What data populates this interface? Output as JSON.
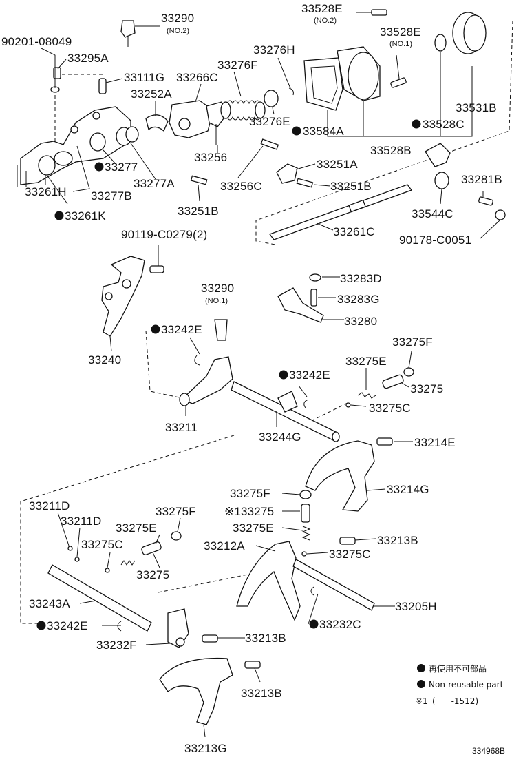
{
  "callouts": {
    "c33290_2": {
      "text": "33290",
      "sub": "(NO.2)"
    },
    "c90201": {
      "text": "90201-08049"
    },
    "c33295A": {
      "text": "33295A"
    },
    "c33528E_2": {
      "text": "33528E",
      "sub": "(NO.2)"
    },
    "c33528E_1": {
      "text": "33528E",
      "sub": "(NO.1)"
    },
    "c33276H": {
      "text": "33276H"
    },
    "c33276F": {
      "text": "33276F"
    },
    "c33111G": {
      "text": "33111G"
    },
    "c33266C": {
      "text": "33266C"
    },
    "c33252A": {
      "text": "33252A"
    },
    "c33276E": {
      "text": "33276E"
    },
    "c33531B": {
      "text": "33531B"
    },
    "c33584A": {
      "text": "33584A",
      "nonreusable": true
    },
    "c33528C": {
      "text": "33528C",
      "nonreusable": true
    },
    "c33528B": {
      "text": "33528B"
    },
    "c33277": {
      "text": "33277",
      "nonreusable": true
    },
    "c33256": {
      "text": "33256"
    },
    "c33251A": {
      "text": "33251A"
    },
    "c33261H": {
      "text": "33261H"
    },
    "c33277A": {
      "text": "33277A"
    },
    "c33277B": {
      "text": "33277B"
    },
    "c33256C": {
      "text": "33256C"
    },
    "c33251B_a": {
      "text": "33251B"
    },
    "c33281B": {
      "text": "33281B"
    },
    "c33251B_b": {
      "text": "33251B"
    },
    "c33544C": {
      "text": "33544C"
    },
    "c33261K": {
      "text": "33261K",
      "nonreusable": true
    },
    "c33261C": {
      "text": "33261C"
    },
    "c90119": {
      "text": "90119-C0279(2)"
    },
    "c90178": {
      "text": "90178-C0051"
    },
    "c33283D": {
      "text": "33283D"
    },
    "c33290_1": {
      "text": "33290",
      "sub": "(NO.1)"
    },
    "c33283G": {
      "text": "33283G"
    },
    "c33280": {
      "text": "33280"
    },
    "c33242E_a": {
      "text": "33242E",
      "nonreusable": true
    },
    "c33275F_a": {
      "text": "33275F"
    },
    "c33240": {
      "text": "33240"
    },
    "c33275E_a": {
      "text": "33275E"
    },
    "c33242E_b": {
      "text": "33242E",
      "nonreusable": true
    },
    "c33275_a": {
      "text": "33275"
    },
    "c33275C_a": {
      "text": "33275C"
    },
    "c33211": {
      "text": "33211"
    },
    "c33244G": {
      "text": "33244G"
    },
    "c33214E": {
      "text": "33214E"
    },
    "c33214G": {
      "text": "33214G"
    },
    "c33275F_b": {
      "text": "33275F"
    },
    "c33211D_a": {
      "text": "33211D"
    },
    "c33275F_c": {
      "text": "33275F"
    },
    "c33211D_b": {
      "text": "33211D"
    },
    "c33275_b": {
      "text": "33275",
      "mark": "※1"
    },
    "c33275E_b": {
      "text": "33275E"
    },
    "c33275E_c": {
      "text": "33275E"
    },
    "c33213B_a": {
      "text": "33213B"
    },
    "c33275C_b": {
      "text": "33275C"
    },
    "c33212A": {
      "text": "33212A"
    },
    "c33275C_c": {
      "text": "33275C"
    },
    "c33275_c": {
      "text": "33275"
    },
    "c33205H": {
      "text": "33205H"
    },
    "c33243A": {
      "text": "33243A"
    },
    "c33242E_c": {
      "text": "33242E",
      "nonreusable": true
    },
    "c33232C": {
      "text": "33232C",
      "nonreusable": true
    },
    "c33213B_b": {
      "text": "33213B"
    },
    "c33232F": {
      "text": "33232F"
    },
    "c33213B_c": {
      "text": "33213B"
    },
    "c33213G": {
      "text": "33213G"
    }
  },
  "legend": {
    "nonreusable_ja": "再使用不可部品",
    "nonreusable_en": "Non-reusable part",
    "note_mark": "※1",
    "note_range": "(      -1512)"
  },
  "diagram_code": "334968B"
}
